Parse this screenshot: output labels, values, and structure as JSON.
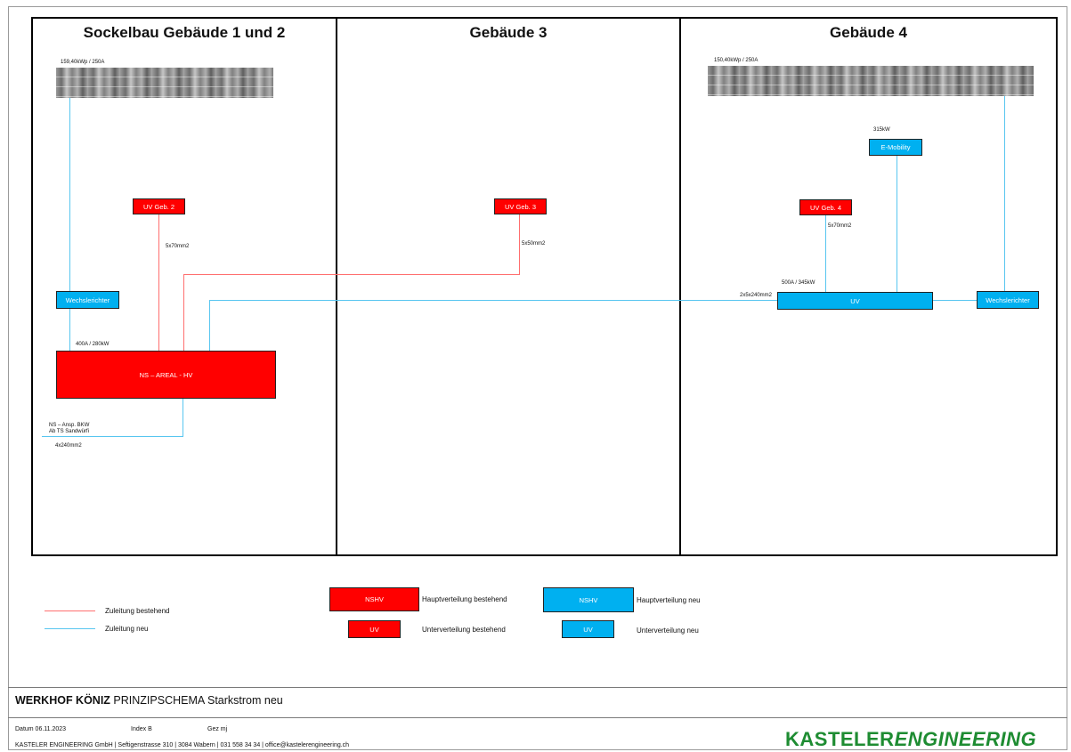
{
  "buildings": {
    "b1": {
      "title": "Sockelbau Gebäude 1 und 2"
    },
    "b3": {
      "title": "Gebäude 3"
    },
    "b4": {
      "title": "Gebäude 4"
    }
  },
  "diagram": {
    "pv_left_label": "159,40kWp / 250A",
    "pv_right_label": "150,40kWp / 250A",
    "emob_power": "315kW",
    "emob_label": "E-Mobility",
    "uv_geb2": "UV Geb. 2",
    "uv_geb3": "UV Geb. 3",
    "uv_geb4": "UV Geb. 4",
    "cable_geb2": "5x70mm2",
    "cable_geb3": "5x50mm2",
    "cable_geb4": "5x70mm2",
    "wechselrichter_left": "Wechslerichter",
    "wechselrichter_right": "Wechslerichter",
    "hv_rating": "400A / 280kW",
    "hv_label": "NS – AREAL - HV",
    "uv_rating": "500A / 345kW",
    "uv_cable": "2x5x240mm2",
    "uv_label": "UV",
    "supply_line1": "NS – Ansp. BKW",
    "supply_line2": "Ab TS Sandwürfi",
    "supply_cable": "4x240mm2"
  },
  "legend": {
    "existing_line": "Zuleitung bestehend",
    "new_line": "Zuleitung neu",
    "nshv_label": "NSHV",
    "nshv_existing": "Hauptverteilung bestehend",
    "nshv_new": "Hauptverteilung neu",
    "uv_label": "UV",
    "uv_existing": "Unterverteilung bestehend",
    "uv_new": "Unterverteilung neu"
  },
  "footer": {
    "project": "WERKHOF KÖNIZ",
    "title": "PRINZIPSCHEMA  Starkstrom neu",
    "date": "Datum 06.11.2023",
    "index": "Index B",
    "drawn": "Gez mj",
    "company": "KASTELER ENGINEERING GmbH | Seftigenstrasse 310 | 3084 Wabern | 031 558 34 34 | office@kastelerengineering.ch",
    "brand_part1": "KASTELER",
    "brand_part2": "ENGINEERING"
  },
  "colors": {
    "existing": "#ff0000",
    "new": "#00b0f0",
    "existing_line": "#ff6f6f",
    "new_line": "#58c6f0",
    "brand": "#1e8c32"
  }
}
